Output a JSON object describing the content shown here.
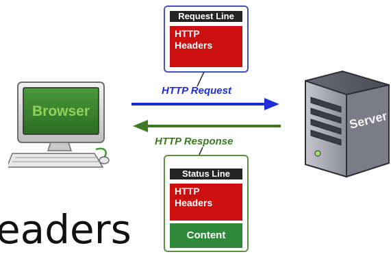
{
  "request_card": {
    "line_label": "Request Line",
    "headers_label_1": "HTTP",
    "headers_label_2": "Headers"
  },
  "response_card": {
    "line_label": "Status Line",
    "headers_label_1": "HTTP",
    "headers_label_2": "Headers",
    "content_label": "Content"
  },
  "arrows": {
    "request_label": "HTTP Request",
    "response_label": "HTTP Response"
  },
  "browser": {
    "label": "Browser"
  },
  "server": {
    "label": "Server"
  },
  "partial_text": "eaders",
  "colors": {
    "request_blue": "#1f2fd8",
    "response_green": "#3e7a24",
    "header_red": "#cc0f0f",
    "content_green": "#2e8a3a"
  }
}
